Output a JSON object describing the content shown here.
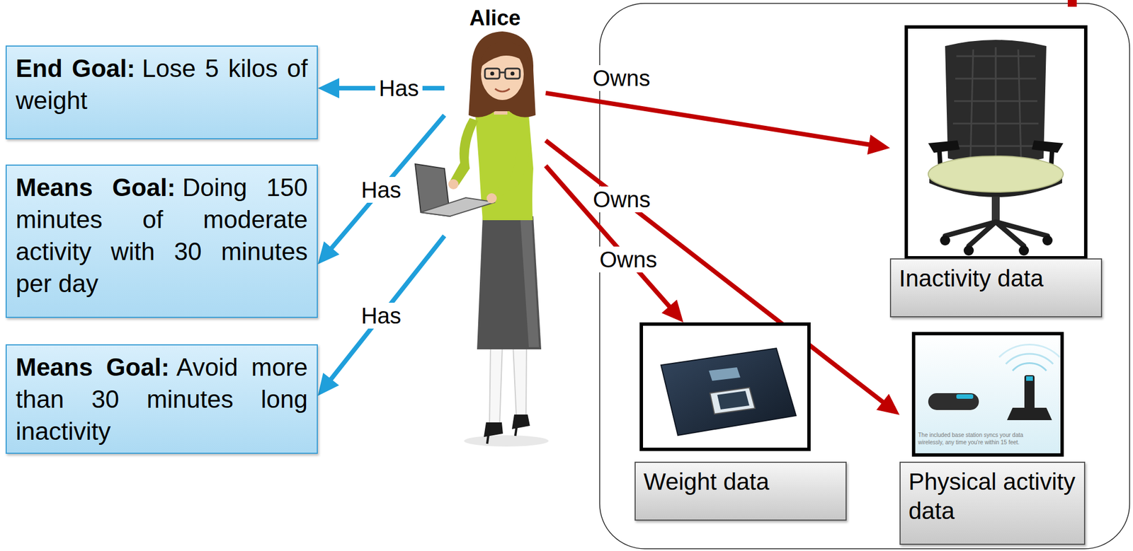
{
  "diagram": {
    "nodes": [
      {
        "text": [
          "Alice"
        ]
      },
      {
        "text": [
          "End Goal:",
          "Lose 5 kilos of weight"
        ]
      },
      {
        "text": [
          "Means Goal:",
          "Doing 150 minutes of moderate activity with 30 minutes per day"
        ]
      },
      {
        "text": [
          "Means Goal:",
          "Avoid more than 30 minutes long inactivity"
        ]
      },
      {
        "text": [
          "Inactivity data"
        ]
      },
      {
        "text": [
          "Weight data"
        ]
      },
      {
        "text": [
          "Physical activity data"
        ]
      }
    ],
    "edges": [
      {
        "from": 0,
        "to": 1,
        "label": "Has",
        "arrow": "to"
      },
      {
        "from": 0,
        "to": 2,
        "label": "Has",
        "arrow": "to"
      },
      {
        "from": 0,
        "to": 3,
        "label": "Has",
        "arrow": "to"
      },
      {
        "from": 0,
        "to": 4,
        "label": "Owns",
        "arrow": "to"
      },
      {
        "from": 0,
        "to": 6,
        "label": "Owns",
        "arrow": "to"
      },
      {
        "from": 0,
        "to": 5,
        "label": "Owns",
        "arrow": "to"
      }
    ],
    "labels": [
      "The included base station syncs your data wirelessly, any time you're within 15 feet."
    ]
  }
}
